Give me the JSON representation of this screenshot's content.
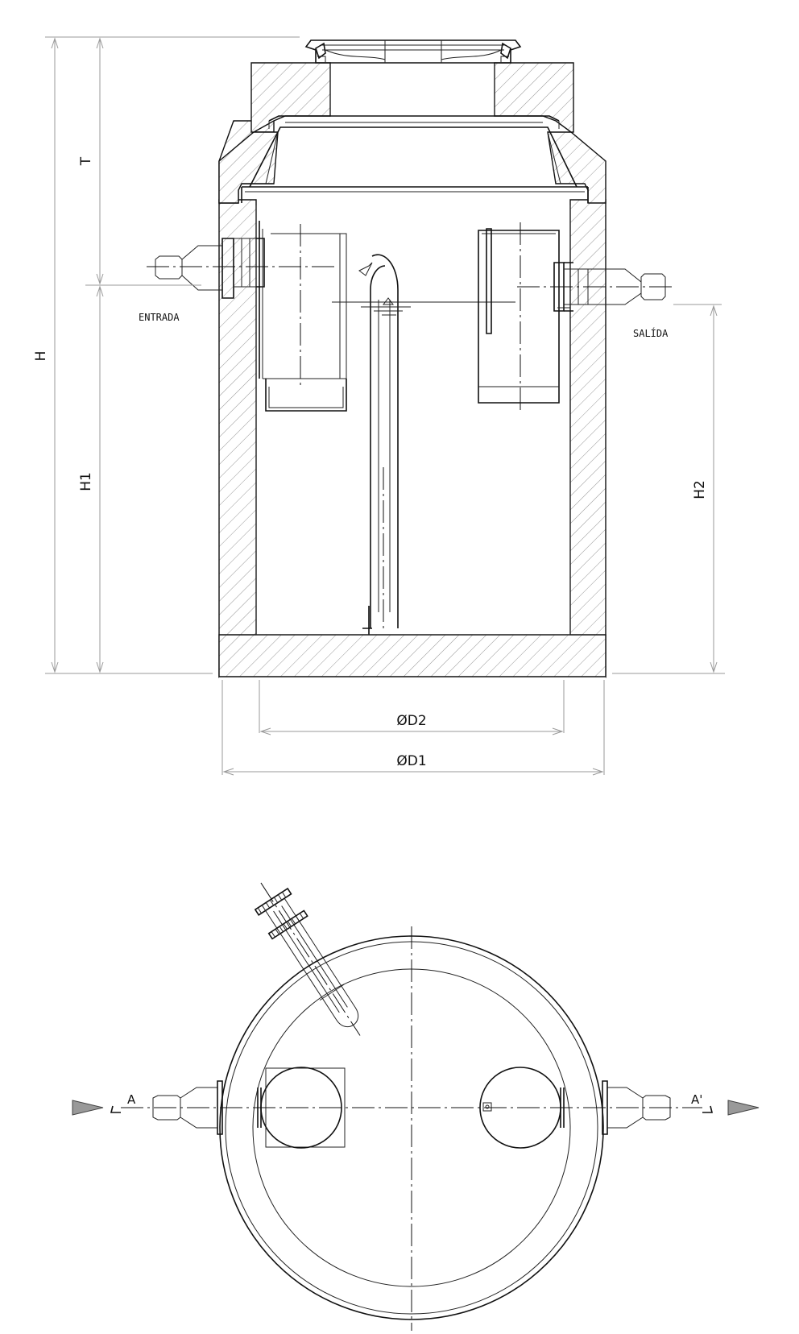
{
  "section": {
    "inlet_label": "ENTRADA",
    "outlet_label": "SALÍDA",
    "dims": {
      "total_height": "H",
      "top_height": "T",
      "inlet_height": "H1",
      "outlet_height": "H2",
      "inner_diameter": "ØD2",
      "outer_diameter": "ØD1"
    }
  },
  "plan": {
    "section_start": "A",
    "section_end": "A'"
  }
}
